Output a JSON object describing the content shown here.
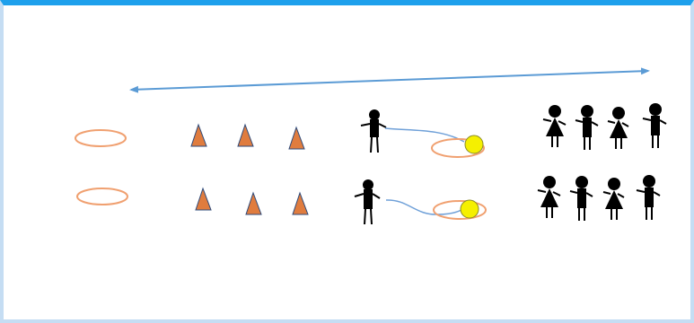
{
  "colors": {
    "frame_top": "#1ea0ec",
    "frame_side": "#c5ddf3",
    "arrow": "#5b9bd5",
    "hoop": "#f0a070",
    "cone": "#e07c3e",
    "cone_edge": "#2e4a7a",
    "player": "#000000",
    "ball": "#f5f000",
    "ball_edge": "#8a8a2a",
    "path_line": "#6fa0d8"
  },
  "diagram": {
    "double_arrow": "double-headed-arrow",
    "rows": [
      {
        "hoop": "hoop",
        "cone_count": 3,
        "dribbler": "player-with-ball",
        "waiting_players": [
          {
            "type": "girl"
          },
          {
            "type": "boy"
          },
          {
            "type": "girl"
          },
          {
            "type": "boy"
          }
        ]
      },
      {
        "hoop": "hoop",
        "cone_count": 3,
        "dribbler": "player-with-ball",
        "waiting_players": [
          {
            "type": "girl"
          },
          {
            "type": "boy"
          },
          {
            "type": "girl"
          },
          {
            "type": "boy"
          }
        ]
      }
    ]
  }
}
